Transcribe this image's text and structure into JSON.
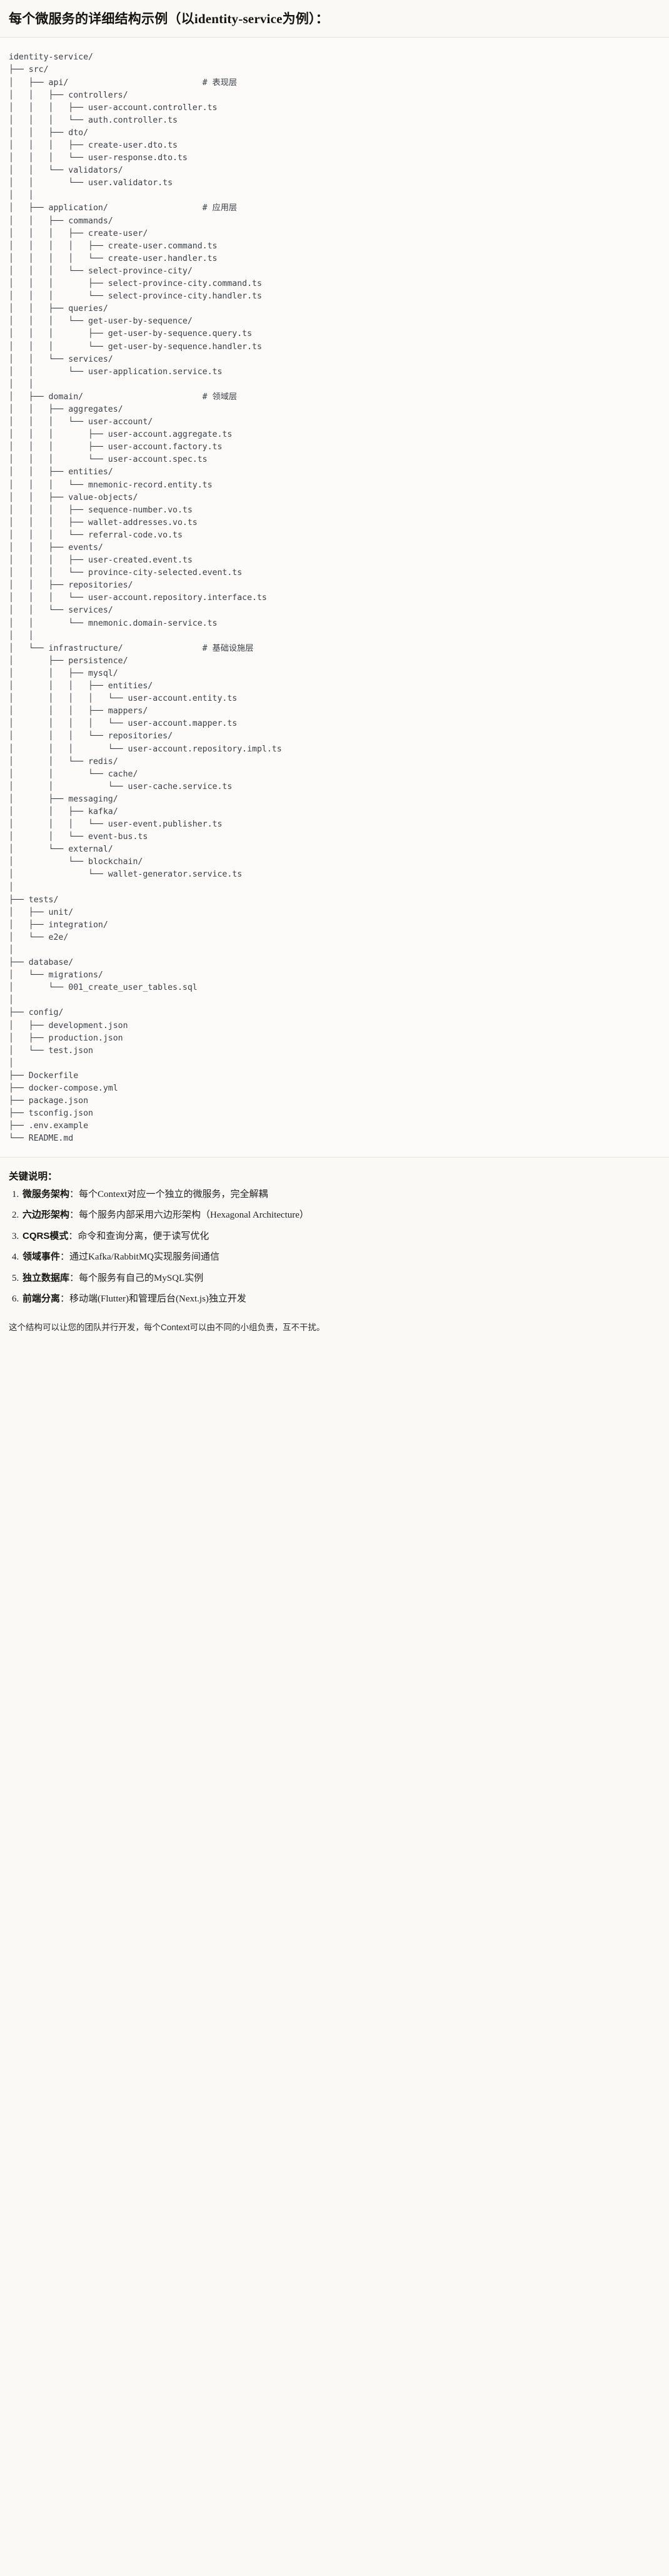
{
  "title": {
    "prefix": "每个微服务的详细结构示例（以",
    "mono": "identity-service",
    "suffix": "为例）："
  },
  "tree": {
    "root": "identity-service/",
    "lines": [
      "identity-service/",
      "├── src/",
      "│   ├── api/                           # 表现层",
      "│   │   ├── controllers/",
      "│   │   │   ├── user-account.controller.ts",
      "│   │   │   └── auth.controller.ts",
      "│   │   ├── dto/",
      "│   │   │   ├── create-user.dto.ts",
      "│   │   │   └── user-response.dto.ts",
      "│   │   └── validators/",
      "│   │       └── user.validator.ts",
      "│   │",
      "│   ├── application/                   # 应用层",
      "│   │   ├── commands/",
      "│   │   │   ├── create-user/",
      "│   │   │   │   ├── create-user.command.ts",
      "│   │   │   │   └── create-user.handler.ts",
      "│   │   │   └── select-province-city/",
      "│   │   │       ├── select-province-city.command.ts",
      "│   │   │       └── select-province-city.handler.ts",
      "│   │   ├── queries/",
      "│   │   │   └── get-user-by-sequence/",
      "│   │   │       ├── get-user-by-sequence.query.ts",
      "│   │   │       └── get-user-by-sequence.handler.ts",
      "│   │   └── services/",
      "│   │       └── user-application.service.ts",
      "│   │",
      "│   ├── domain/                        # 领域层",
      "│   │   ├── aggregates/",
      "│   │   │   └── user-account/",
      "│   │   │       ├── user-account.aggregate.ts",
      "│   │   │       ├── user-account.factory.ts",
      "│   │   │       └── user-account.spec.ts",
      "│   │   ├── entities/",
      "│   │   │   └── mnemonic-record.entity.ts",
      "│   │   ├── value-objects/",
      "│   │   │   ├── sequence-number.vo.ts",
      "│   │   │   ├── wallet-addresses.vo.ts",
      "│   │   │   └── referral-code.vo.ts",
      "│   │   ├── events/",
      "│   │   │   ├── user-created.event.ts",
      "│   │   │   └── province-city-selected.event.ts",
      "│   │   ├── repositories/",
      "│   │   │   └── user-account.repository.interface.ts",
      "│   │   └── services/",
      "│   │       └── mnemonic.domain-service.ts",
      "│   │",
      "│   └── infrastructure/                # 基础设施层",
      "│       ├── persistence/",
      "│       │   ├── mysql/",
      "│       │   │   ├── entities/",
      "│       │   │   │   └── user-account.entity.ts",
      "│       │   │   ├── mappers/",
      "│       │   │   │   └── user-account.mapper.ts",
      "│       │   │   └── repositories/",
      "│       │   │       └── user-account.repository.impl.ts",
      "│       │   └── redis/",
      "│       │       └── cache/",
      "│       │           └── user-cache.service.ts",
      "│       ├── messaging/",
      "│       │   ├── kafka/",
      "│       │   │   └── user-event.publisher.ts",
      "│       │   └── event-bus.ts",
      "│       └── external/",
      "│           └── blockchain/",
      "│               └── wallet-generator.service.ts",
      "│",
      "├── tests/",
      "│   ├── unit/",
      "│   ├── integration/",
      "│   └── e2e/",
      "│",
      "├── database/",
      "│   └── migrations/",
      "│       └── 001_create_user_tables.sql",
      "│",
      "├── config/",
      "│   ├── development.json",
      "│   ├── production.json",
      "│   └── test.json",
      "│",
      "├── Dockerfile",
      "├── docker-compose.yml",
      "├── package.json",
      "├── tsconfig.json",
      "├── .env.example",
      "└── README.md"
    ]
  },
  "keypoints": {
    "heading": "关键说明：",
    "items": [
      {
        "term": "微服务架构",
        "sep": "：",
        "desc": "每个Context对应一个独立的微服务，完全解耦"
      },
      {
        "term": "六边形架构",
        "sep": "：",
        "desc": "每个服务内部采用六边形架构（Hexagonal Architecture）"
      },
      {
        "term": "CQRS模式",
        "sep": "：",
        "desc": "命令和查询分离，便于读写优化"
      },
      {
        "term": "领域事件",
        "sep": "：",
        "desc": "通过Kafka/RabbitMQ实现服务间通信"
      },
      {
        "term": "独立数据库",
        "sep": "：",
        "desc": "每个服务有自己的MySQL实例"
      },
      {
        "term": "前端分离",
        "sep": "：",
        "desc": "移动端(Flutter)和管理后台(Next.js)独立开发"
      }
    ]
  },
  "closing": "这个结构可以让您的团队并行开发，每个Context可以由不同的小组负责，互不干扰。",
  "colors": {
    "page_bg": "#faf9f6",
    "code_bg": "#fcfbf9",
    "text": "#1f1f1f",
    "code_text": "#3a3f45",
    "rule": "#e6e3db"
  }
}
